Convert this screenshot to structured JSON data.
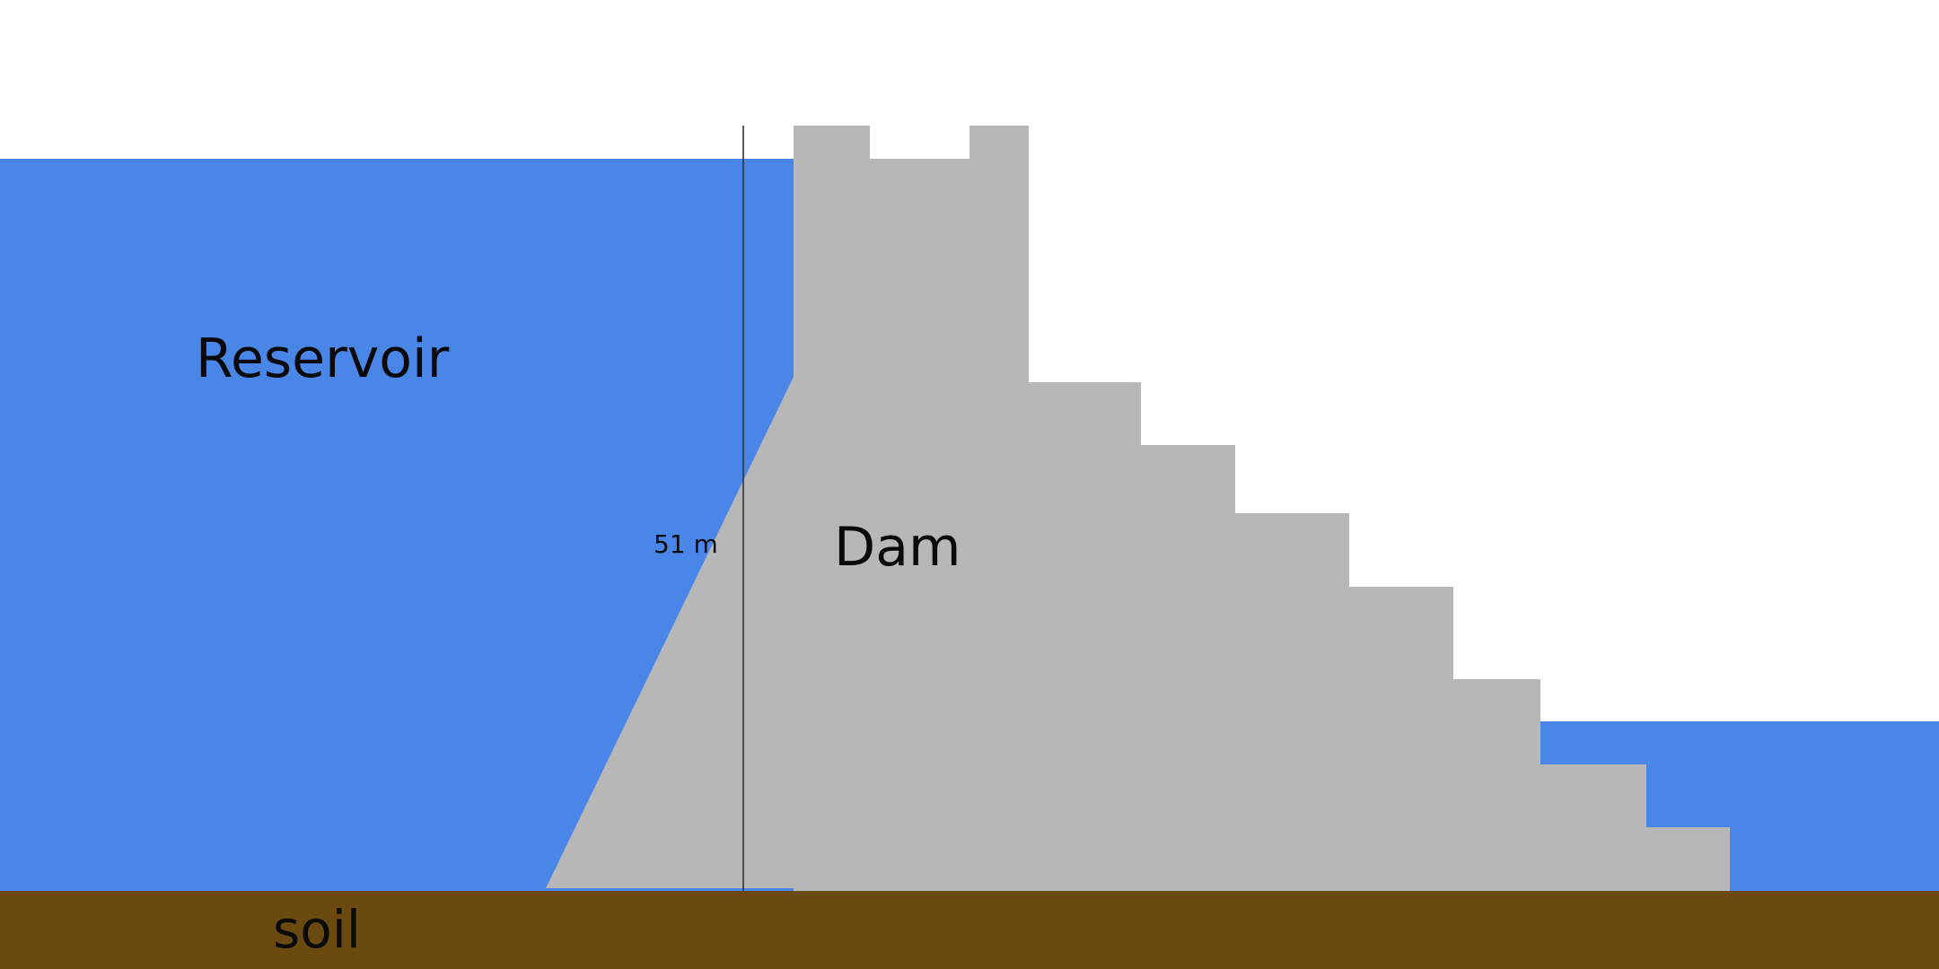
{
  "labels": {
    "reservoir": "Reservoir",
    "dam": "Dam",
    "soil": "soil",
    "height": "51 m"
  },
  "colors": {
    "water": "#4a86e8",
    "dam": "#b7b7b7",
    "soil": "#6a4a10",
    "marker_line": "#333333",
    "background": "#ffffff"
  }
}
